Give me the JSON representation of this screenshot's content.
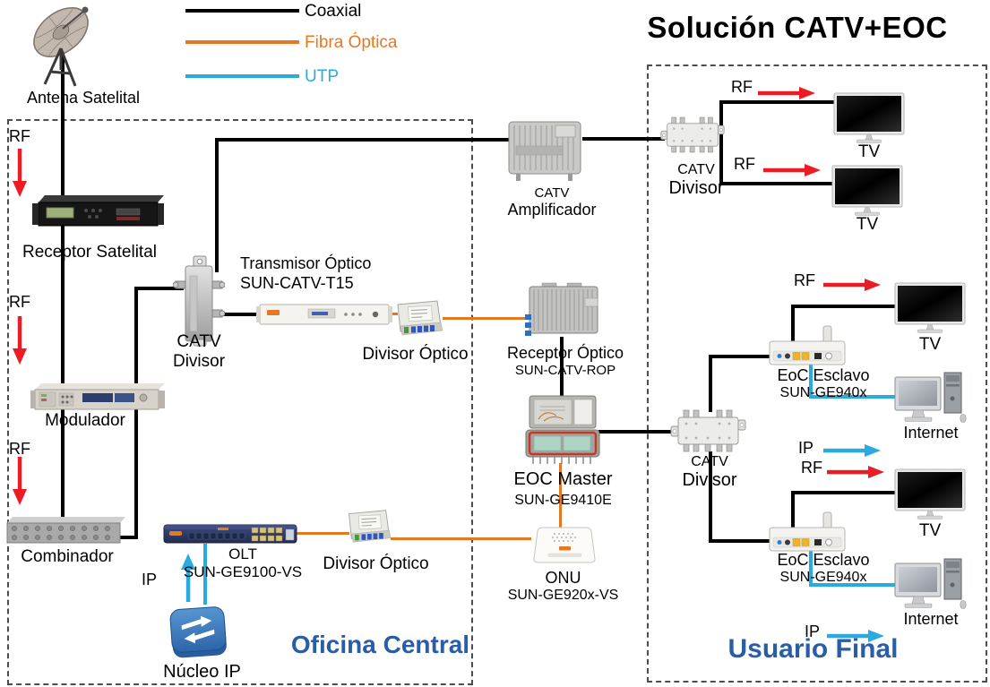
{
  "title": "Solución CATV+EOC",
  "legend": {
    "items": [
      {
        "label": "Coaxial",
        "color": "#000000"
      },
      {
        "label": "Fibra Óptica",
        "color": "#E87722"
      },
      {
        "label": "UTP",
        "color": "#29ABE2"
      }
    ]
  },
  "zones": {
    "oficina_central": "Oficina Central",
    "usuario_final": "Usuario Final"
  },
  "flow": {
    "rf": "RF",
    "ip": "IP"
  },
  "devices": {
    "antena": {
      "label": "Antena Satelital"
    },
    "receptor_satelital": {
      "label": "Receptor Satelital"
    },
    "modulador": {
      "label": "Modulador"
    },
    "combinador": {
      "label": "Combinador"
    },
    "catv_divisor": {
      "line1": "CATV",
      "line2": "Divisor"
    },
    "transmisor_optico": {
      "line1": "Transmisor Óptico",
      "line2": "SUN-CATV-T15"
    },
    "divisor_optico": {
      "label": "Divisor Óptico"
    },
    "catv_amplificador": {
      "line1": "CATV",
      "line2": "Amplificador"
    },
    "receptor_optico": {
      "line1": "Receptor Óptico",
      "line2": "SUN-CATV-ROP"
    },
    "eoc_master": {
      "line1": "EOC Master",
      "line2": "SUN-GE9410E"
    },
    "olt": {
      "line1": "OLT",
      "line2": "SUN-GE9100-VS"
    },
    "onu": {
      "line1": "ONU",
      "line2": "SUN-GE920x-VS"
    },
    "nucleo_ip": {
      "label": "Núcleo IP"
    },
    "eoc_esclavo": {
      "line1": "EoC Esclavo",
      "line2": "SUN-GE940x"
    },
    "tv": {
      "label": "TV"
    },
    "internet": {
      "label": "Internet"
    }
  },
  "colors": {
    "coaxial": "#000000",
    "fibra_optica": "#E87722",
    "utp": "#29ABE2",
    "rf_arrow": "#EC1C24",
    "zone_text": "#2A5DA8"
  }
}
